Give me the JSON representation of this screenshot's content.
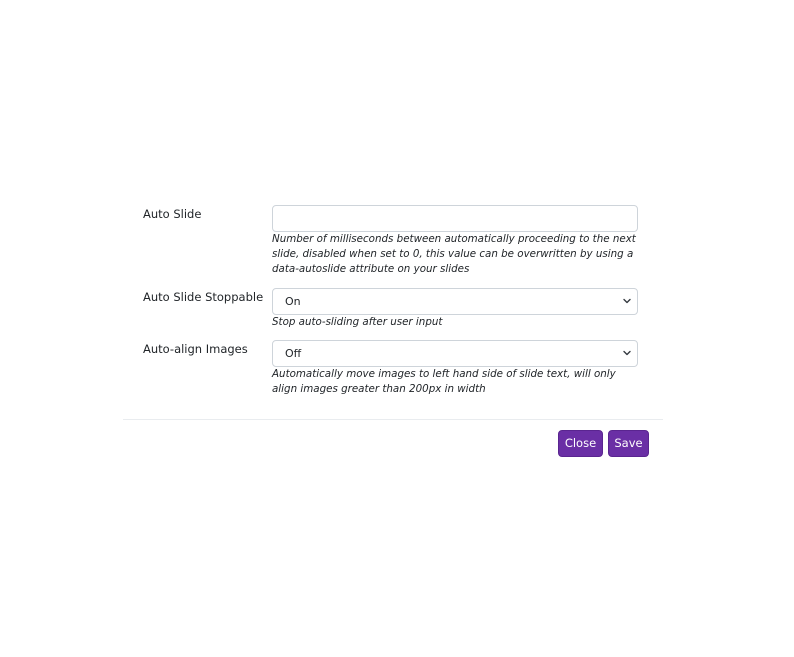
{
  "fields": {
    "auto_slide": {
      "label": "Auto Slide",
      "value": "",
      "help": "Number of milliseconds between automatically proceeding to the next slide, disabled when set to 0, this value can be overwritten by using a data-autoslide attribute on your slides"
    },
    "auto_slide_stoppable": {
      "label": "Auto Slide Stoppable",
      "selected": "On",
      "help": "Stop auto-sliding after user input"
    },
    "auto_align_images": {
      "label": "Auto-align Images",
      "selected": "Off",
      "help": "Automatically move images to left hand side of slide text, will only align images greater than 200px in width"
    }
  },
  "footer": {
    "close_label": "Close",
    "save_label": "Save"
  },
  "icons": {
    "dropdown": "chevron-down-icon"
  },
  "colors": {
    "primary_button": "#6a2fa5"
  }
}
